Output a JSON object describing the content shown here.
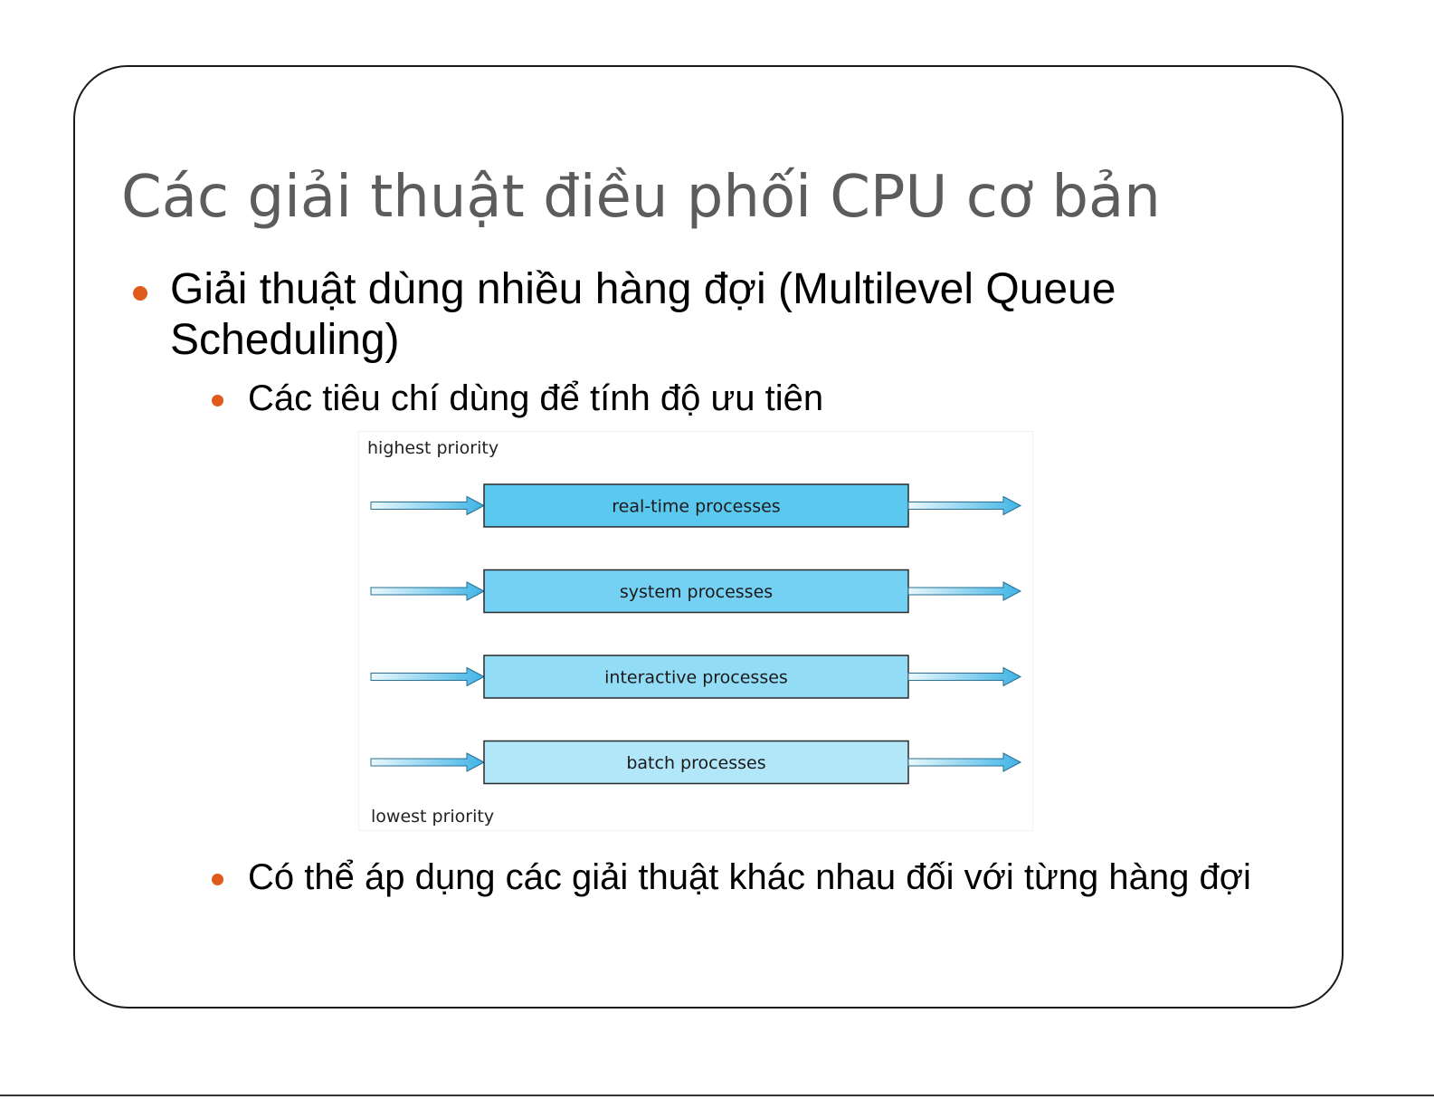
{
  "slide": {
    "title": "Các giải thuật điều phối CPU cơ bản",
    "bullets": {
      "main": "Giải thuật dùng nhiều hàng đợi (Multilevel Queue Scheduling)",
      "sub1": "Các tiêu chí dùng để tính độ ưu tiên",
      "sub2": "Có thể áp dụng các giải thuật khác nhau đối với từng hàng đợi"
    },
    "bullet_color": "#e05a1c"
  },
  "diagram": {
    "top_label": "highest priority",
    "bottom_label": "lowest priority",
    "queues": [
      {
        "label": "real-time processes",
        "fill": "#5bc8f0"
      },
      {
        "label": "system processes",
        "fill": "#75d1f3"
      },
      {
        "label": "interactive processes",
        "fill": "#93dcf6"
      },
      {
        "label": "batch processes",
        "fill": "#b2e6f9"
      }
    ],
    "arrow_color": "#3fb4e6"
  }
}
